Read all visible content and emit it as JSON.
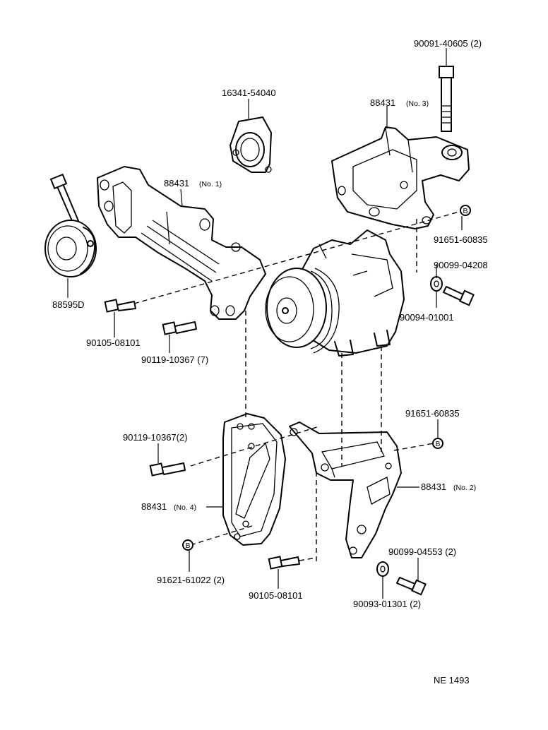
{
  "labels": {
    "p_90091": "90091-40605 (2)",
    "p_16341": "16341-54040",
    "p_88431_3": "88431",
    "p_88431_3_sub": "(No. 3)",
    "p_88431_1": "88431",
    "p_88431_1_sub": "(No. 1)",
    "p_91651_a": "91651-60835",
    "p_90099_04208": "90099-04208",
    "p_90094": "90094-01001",
    "p_88595": "88595D",
    "p_90105_a": "90105-08101",
    "p_90119_7": "90119-10367 (7)",
    "p_91651_b": "91651-60835",
    "p_90119_2": "90119-10367(2)",
    "p_88431_2": "88431",
    "p_88431_2_sub": "(No. 2)",
    "p_88431_4": "88431",
    "p_88431_4_sub": "(No. 4)",
    "p_90099_04553": "90099-04553 (2)",
    "p_91621": "91621-61022 (2)",
    "p_90105_b": "90105-08101",
    "p_90093": "90093-01301 (2)",
    "marker_b": "B",
    "footer_code": "NE  1493"
  },
  "icons": [
    "pulley-assembly-icon",
    "bracket-icon",
    "compressor-icon",
    "bolt-icon",
    "washer-icon",
    "nut-icon"
  ]
}
